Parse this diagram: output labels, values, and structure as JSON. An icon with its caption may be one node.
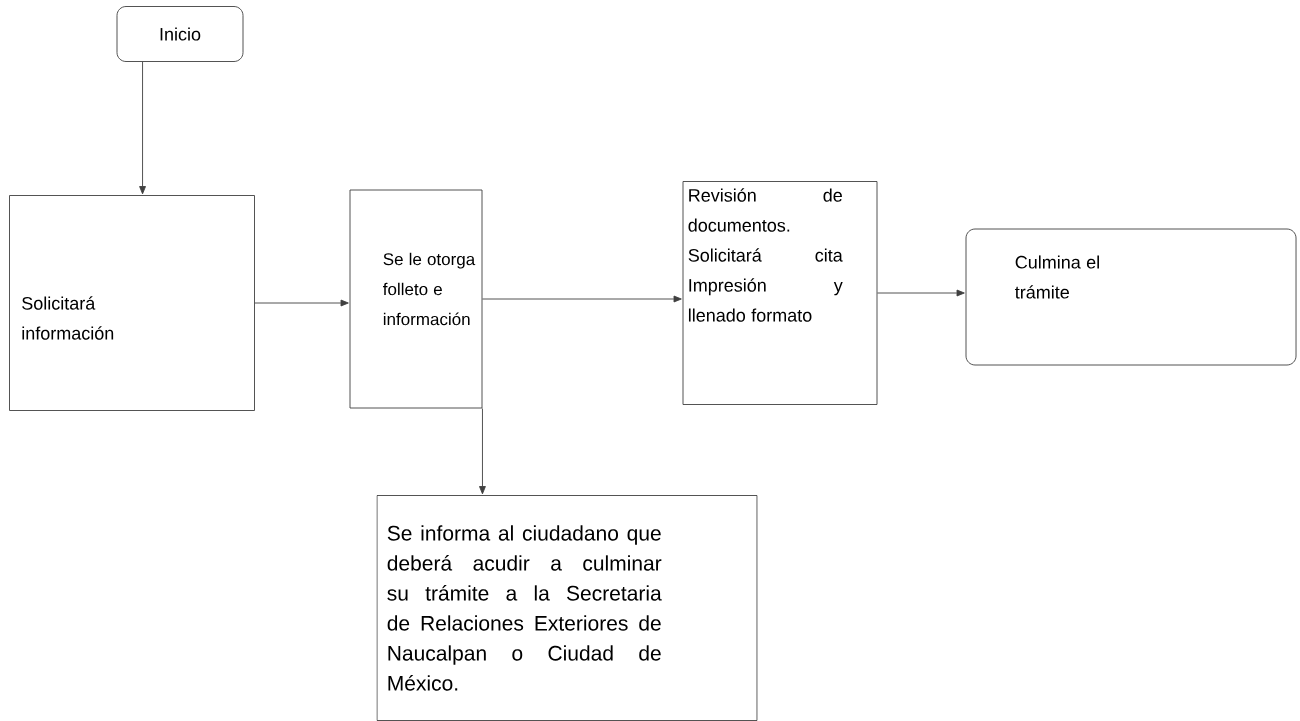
{
  "diagram": {
    "nodes": [
      {
        "text": [
          "Inicio"
        ]
      },
      {
        "text": [
          "Solicitará información"
        ]
      },
      {
        "text": [
          "Se le otorga folleto e información"
        ]
      },
      {
        "text": [
          "Revisión de documentos. Solicitará cita Impresión y llenado formato"
        ]
      },
      {
        "text": [
          "Culmina el trámite"
        ]
      },
      {
        "text": [
          "Se informa al ciudadano que deberá acudir a culminar su trámite a la Secretaria de Relaciones Exteriores de Naucalpan o Ciudad de México."
        ]
      }
    ],
    "edges": [
      {
        "from": 0,
        "to": 1,
        "arrow": "to"
      },
      {
        "from": 1,
        "to": 2,
        "arrow": "to"
      },
      {
        "from": 2,
        "to": 3,
        "arrow": "to"
      },
      {
        "from": 3,
        "to": 4,
        "arrow": "to"
      },
      {
        "from": 2,
        "to": 5,
        "arrow": "to"
      }
    ]
  }
}
